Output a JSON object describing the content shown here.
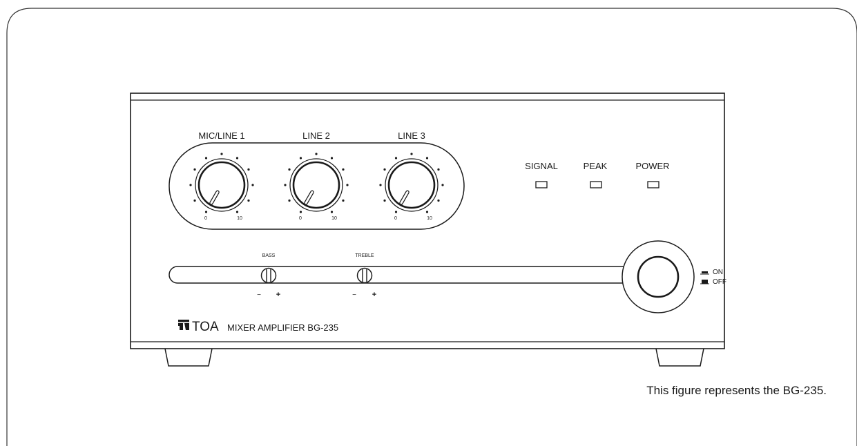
{
  "device": {
    "channels": [
      {
        "label": "MIC/LINE 1",
        "scale_min": "0",
        "scale_max": "10"
      },
      {
        "label": "LINE 2",
        "scale_min": "0",
        "scale_max": "10"
      },
      {
        "label": "LINE 3",
        "scale_min": "0",
        "scale_max": "10"
      }
    ],
    "indicators": [
      {
        "label": "SIGNAL"
      },
      {
        "label": "PEAK"
      },
      {
        "label": "POWER"
      }
    ],
    "tone_controls": [
      {
        "label": "BASS",
        "minus": "−",
        "plus": "+"
      },
      {
        "label": "TREBLE",
        "minus": "−",
        "plus": "+"
      }
    ],
    "power_switch": {
      "on_label": "ON",
      "off_label": "OFF"
    },
    "brand": {
      "logo_text": "TOA",
      "model_text": "MIXER AMPLIFIER BG-235"
    }
  },
  "caption": "This figure represents the BG-235."
}
